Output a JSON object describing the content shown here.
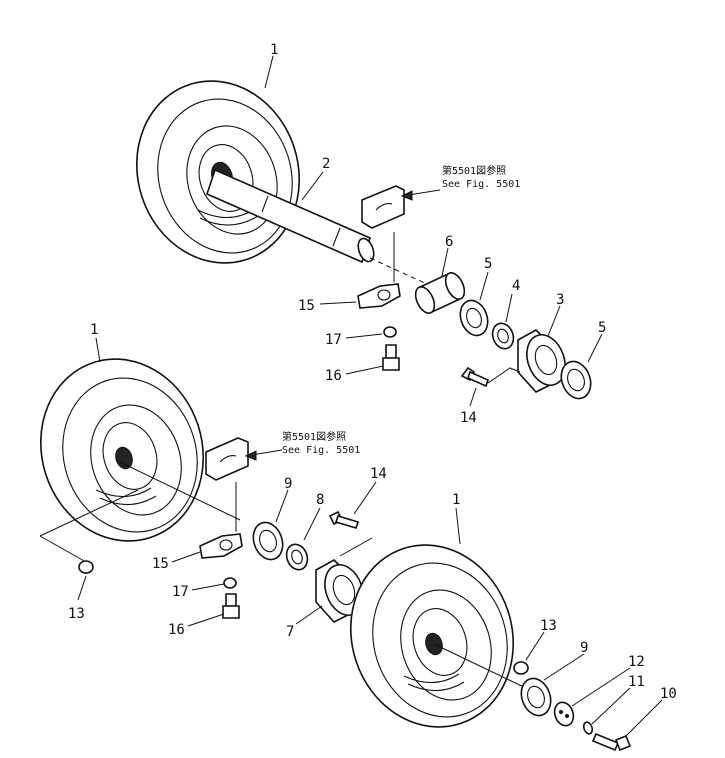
{
  "callouts": {
    "wheel_top": "1",
    "axle": "2",
    "hub": "3",
    "seal": "4",
    "bearing_a": "5",
    "bearing_b": "5",
    "collar": "6",
    "bracket_top": "15",
    "washer_top": "17",
    "bolt_top": "16",
    "bolt_hub_top": "14",
    "wheel_left": "1",
    "bearing_left": "9",
    "seal_left": "8",
    "bolt_hub_left": "14",
    "bracket_left": "15",
    "washer_left": "17",
    "bolt_left": "16",
    "nut_left": "13",
    "hub_left": "7",
    "wheel_right": "1",
    "nut_right": "13",
    "bearing_right": "9",
    "plate": "12",
    "washer_right": "11",
    "bolt_right": "10"
  },
  "references": {
    "top": {
      "jp": "第5501図参照",
      "en": "See Fig. 5501"
    },
    "bottom": {
      "jp": "第5501図参照",
      "en": "See Fig. 5501"
    }
  }
}
